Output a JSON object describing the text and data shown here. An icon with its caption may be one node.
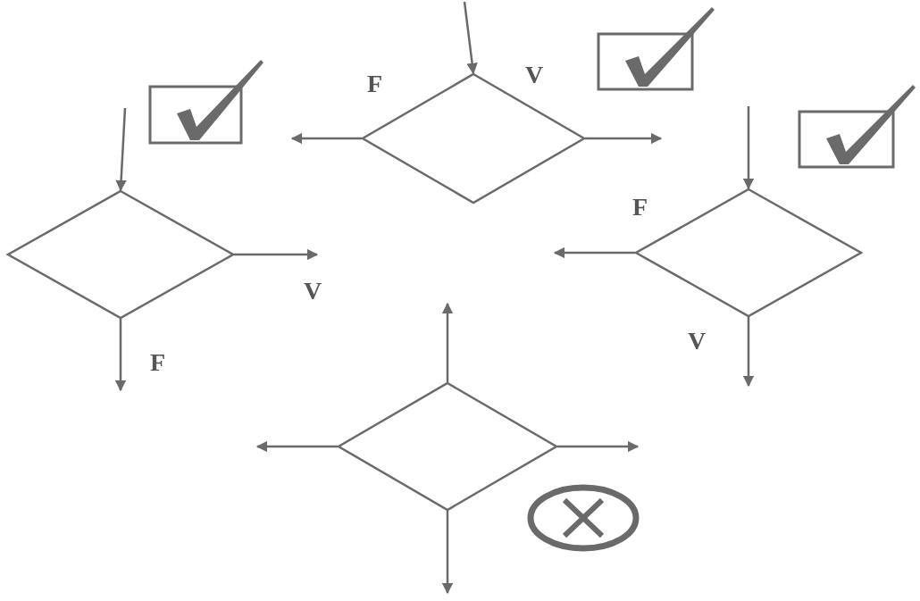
{
  "diagram": {
    "nodes": [
      {
        "text": [],
        "shape": "diamond"
      },
      {
        "text": [],
        "shape": "diamond"
      },
      {
        "text": [],
        "shape": "diamond"
      },
      {
        "text": [],
        "shape": "diamond"
      }
    ],
    "edges": [
      {
        "from": null,
        "to": 0,
        "arrow": "to"
      },
      {
        "from": 0,
        "to": null,
        "arrow": "to",
        "label": "F"
      },
      {
        "from": 0,
        "to": null,
        "arrow": "to",
        "label": "V"
      },
      {
        "from": null,
        "to": 1,
        "arrow": "to"
      },
      {
        "from": 1,
        "to": null,
        "arrow": "to",
        "label": "V"
      },
      {
        "from": 1,
        "to": null,
        "arrow": "to",
        "label": "F"
      },
      {
        "from": null,
        "to": 2,
        "arrow": "to"
      },
      {
        "from": 2,
        "to": null,
        "arrow": "to",
        "label": "F"
      },
      {
        "from": 2,
        "to": null,
        "arrow": "to",
        "label": "V"
      },
      {
        "from": 3,
        "to": null,
        "arrow": "to"
      },
      {
        "from": 3,
        "to": null,
        "arrow": "to"
      },
      {
        "from": 3,
        "to": null,
        "arrow": "to"
      },
      {
        "from": 3,
        "to": null,
        "arrow": "to"
      }
    ]
  }
}
